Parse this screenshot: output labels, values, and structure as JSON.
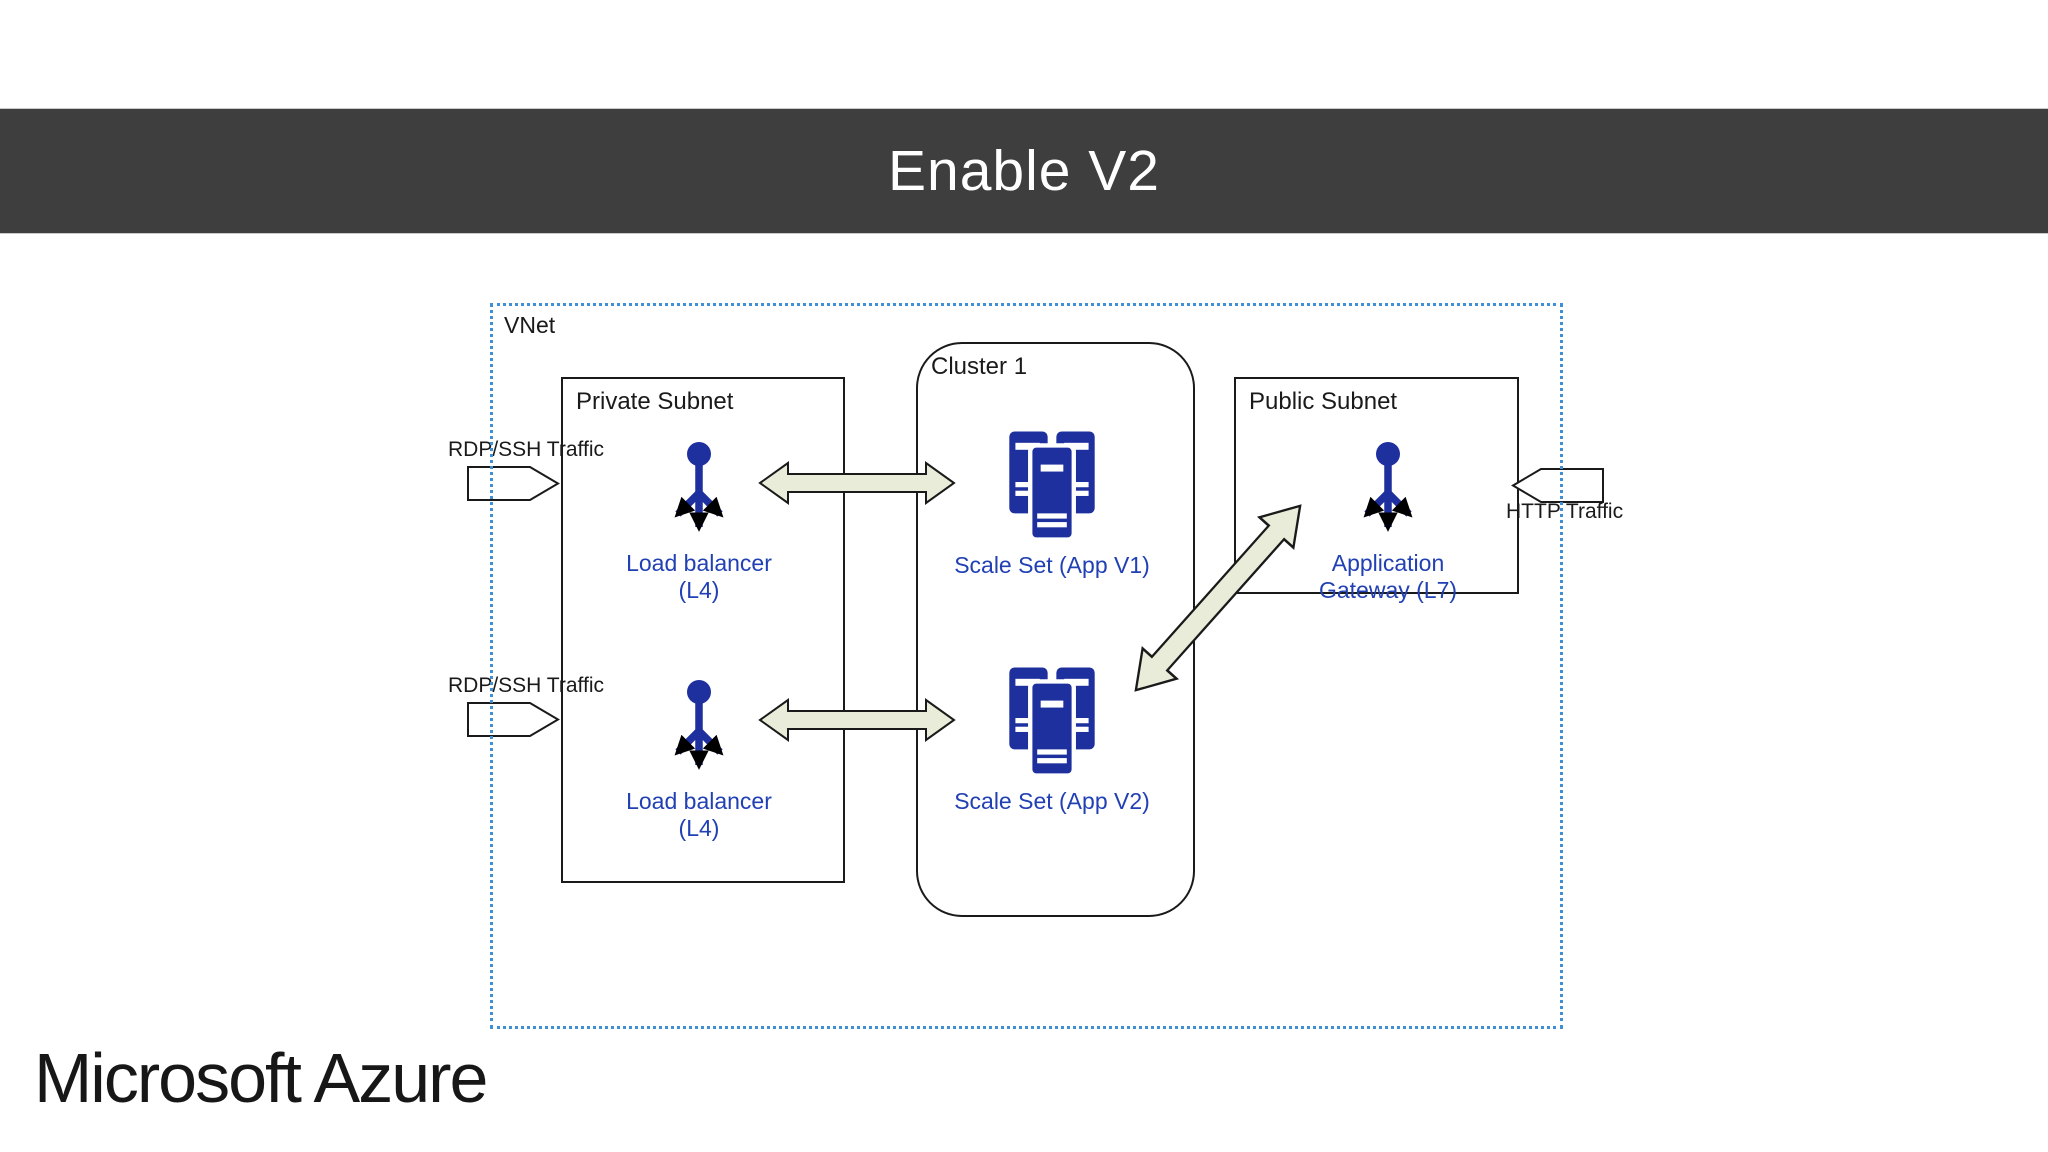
{
  "header": {
    "title": "Enable V2"
  },
  "footer": {
    "brand": "Microsoft Azure"
  },
  "diagram": {
    "vnet": {
      "label": "VNet"
    },
    "private_subnet": {
      "label": "Private Subnet"
    },
    "cluster": {
      "label": "Cluster 1"
    },
    "public_subnet": {
      "label": "Public Subnet"
    },
    "load_balancer_top": {
      "name": "Load balancer",
      "tier": "(L4)"
    },
    "load_balancer_bottom": {
      "name": "Load balancer",
      "tier": "(L4)"
    },
    "scale_set_v1": {
      "label": "Scale Set (App V1)"
    },
    "scale_set_v2": {
      "label": "Scale Set (App V2)"
    },
    "application_gateway": {
      "name": "Application",
      "tier": "Gateway (L7)"
    },
    "traffic": {
      "rdp_top": "RDP/SSH Traffic",
      "rdp_bottom": "RDP/SSH Traffic",
      "http": "HTTP Traffic"
    },
    "icons": {
      "load_balancer": "load-balancer-icon",
      "scale_set": "vm-scale-set-icon",
      "application_gateway": "application-gateway-icon"
    }
  },
  "colors": {
    "header_bg": "#3e3e3e",
    "header_text": "#ffffff",
    "icon_navy": "#1e2f9e",
    "label_blue": "#2140b4",
    "vnet_border": "#4090d8",
    "box_border": "#1a1a1a",
    "beige_arrow_fill": "#e9ecd8",
    "white_arrow_fill": "#ffffff",
    "text_dark": "#1a1a1a"
  }
}
